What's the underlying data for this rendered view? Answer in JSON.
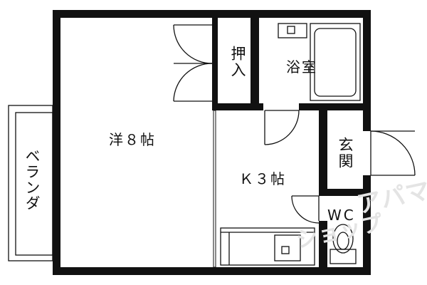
{
  "rooms": {
    "western_room": "洋８帖",
    "closet": "押入",
    "bathroom": "浴室",
    "kitchen": "Ｋ３帖",
    "entrance": "玄関",
    "toilet": "WC",
    "veranda": "ベランダ"
  },
  "watermark": {
    "line1": "アパマン",
    "line2": "ショップ"
  }
}
